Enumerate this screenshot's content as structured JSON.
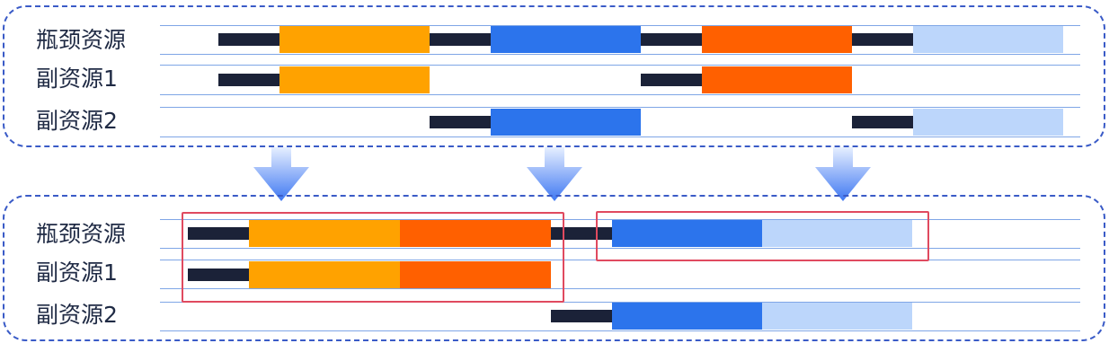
{
  "top_panel": {
    "rows": [
      {
        "label": "瓶颈资源"
      },
      {
        "label": "副资源1"
      },
      {
        "label": "副资源2"
      }
    ]
  },
  "bottom_panel": {
    "rows": [
      {
        "label": "瓶颈资源"
      },
      {
        "label": "副资源1"
      },
      {
        "label": "副资源2"
      }
    ]
  },
  "colors": {
    "setup_black": "#1b2238",
    "orange": "#ffa200",
    "red_orange": "#ff6000",
    "blue": "#2c74ec",
    "light_blue": "#bcd6fb",
    "dashed_border": "#3a5bc7",
    "highlight_box": "#e04a5f",
    "row_line": "#7fa6e6"
  }
}
